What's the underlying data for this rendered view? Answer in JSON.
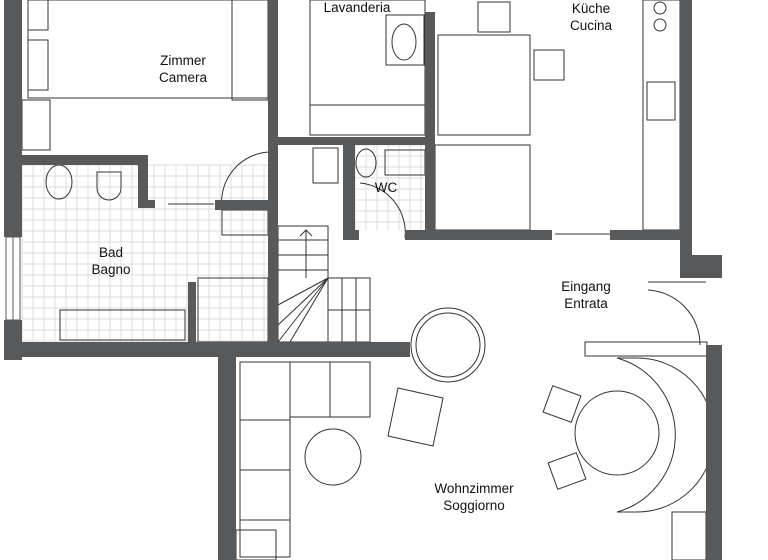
{
  "colors": {
    "wall": "#58595b",
    "tile_grid": "#dcdcdc",
    "furniture_stroke": "#333333"
  },
  "rooms": [
    {
      "id": "lavanderia",
      "lines": [
        "Lavanderia"
      ]
    },
    {
      "id": "kueche",
      "lines": [
        "Küche",
        "Cucina"
      ]
    },
    {
      "id": "zimmer",
      "lines": [
        "Zimmer",
        "Camera"
      ]
    },
    {
      "id": "wc",
      "lines": [
        "WC"
      ]
    },
    {
      "id": "bad",
      "lines": [
        "Bad",
        "Bagno"
      ]
    },
    {
      "id": "eingang",
      "lines": [
        "Eingang",
        "Entrata"
      ]
    },
    {
      "id": "wohnzimmer",
      "lines": [
        "Wohnzimmer",
        "Soggiorno"
      ]
    }
  ]
}
